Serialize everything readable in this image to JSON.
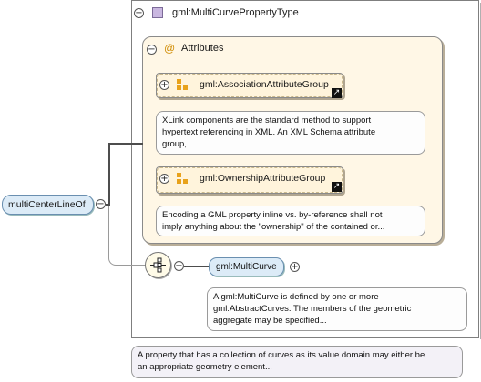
{
  "root_element": {
    "label": "multiCenterLineOf"
  },
  "type_box": {
    "title": "gml:MultiCurvePropertyType"
  },
  "attributes": {
    "title": "Attributes",
    "at_icon": "@",
    "groups": [
      {
        "label": "gml:AssociationAttributeGroup",
        "note": [
          "XLink components are the standard method to support",
          "hypertext referencing in XML. An XML Schema attribute",
          "group,..."
        ]
      },
      {
        "label": "gml:OwnershipAttributeGroup",
        "note": [
          "Encoding a GML property inline vs. by-reference shall not",
          "imply anything about the \"ownership\" of the contained or..."
        ]
      }
    ]
  },
  "child_element": {
    "label": "gml:MultiCurve",
    "note": [
      "A gml:MultiCurve is defined by one or more",
      "gml:AbstractCurves. The members of the geometric",
      "aggregate may be specified..."
    ]
  },
  "root_note": [
    "A property that has a collection of curves as its value domain may either be",
    "an appropriate geometry element..."
  ],
  "icons": {
    "collapse": "collapse-minus-icon",
    "expand": "expand-plus-icon",
    "type": "complex-type-icon",
    "attribute_group": "attribute-group-icon",
    "link": "link-arrow-icon",
    "sequence": "sequence-compositor-icon"
  },
  "colors": {
    "element_fill": "#dcebf7",
    "group_fill": "#fff4dc",
    "type_icon": "#c9b7e0",
    "attr_icon": "#e8a21b",
    "connector": "#4d4d4d"
  }
}
